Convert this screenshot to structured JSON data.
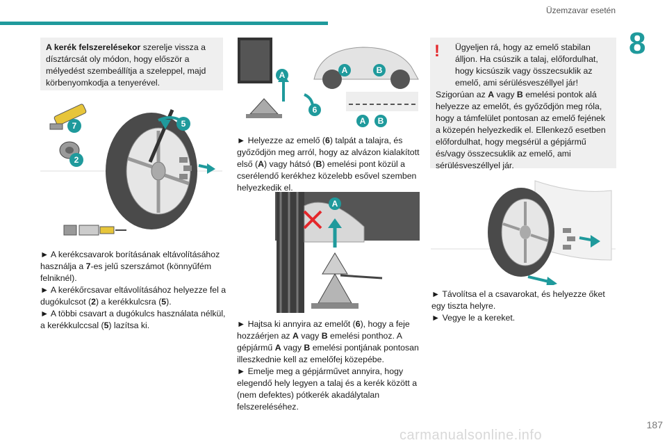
{
  "header": {
    "title": "Üzemzavar esetén",
    "chapter": "8",
    "page": "187"
  },
  "watermark": "carmanualsonline.info",
  "col1": {
    "note_bold": "A kerék felszerelésekor",
    "note_rest": " szerelje vissza a dísztárcsát oly módon, hogy először a mélyedést szembeállítja a szeleppel, majd körbenyomkodja a tenyerével.",
    "fig_labels": [
      "7",
      "2",
      "5"
    ],
    "steps": [
      [
        "► A kerékcsavarok borításának eltávolításához használja a ",
        "7",
        "-es jelű szerszámot (könnyűfém felniknél)."
      ],
      [
        "► A kerékőrcsavar eltávolításához helyezze fel a dugókulcsot (",
        "2",
        ") a kerékkulcsra (",
        "5",
        ")."
      ],
      [
        "► A többi csavart a dugókulcs használata nélkül, a kerékkulccsal (",
        "5",
        ") lazítsa ki."
      ]
    ]
  },
  "col2": {
    "fig_labels": [
      "A",
      "6",
      "A",
      "B",
      "A",
      "B"
    ],
    "fig2_label": "A",
    "step1": [
      "► Helyezze az emelő (",
      "6",
      ") talpát a talajra, és győződjön meg arról, hogy az alvázon kialakított első (",
      "A",
      ") vagy hátsó (",
      "B",
      ") emelési pont közül a cserélendő kerékhez közelebb esővel szemben helyezkedik el."
    ],
    "step2": [
      "► Hajtsa ki annyira az emelőt (",
      "6",
      "), hogy a feje hozzáérjen az ",
      "A",
      " vagy ",
      "B",
      " emelési ponthoz. A gépjármű ",
      "A",
      " vagy ",
      "B",
      " emelési pontjának pontosan illeszkednie kell az emelőfej közepébe."
    ],
    "step3": "► Emelje meg a gépjárművet annyira, hogy elegendő hely legyen a talaj és a kerék között a (nem defektes) pótkerék akadálytalan felszereléséhez."
  },
  "col3": {
    "warning_line1": "Ügyeljen rá, hogy az emelő stabilan álljon. Ha csúszik a talaj, előfordulhat, hogy kicsúszik vagy összecsuklik az emelő, ami sérülésveszéllyel jár!",
    "warning_line2": [
      "Szigorúan az ",
      "A",
      " vagy ",
      "B",
      " emelési pontok alá helyezze az emelőt, és győződjön meg róla, hogy a támfelület pontosan az emelő fejének a közepén helyezkedik el. Ellenkező esetben előfordulhat, hogy megsérül a gépjármű és/vagy összecsuklik az emelő, ami sérülésveszéllyel jár."
    ],
    "steps": [
      "► Távolítsa el a csavarokat, és helyezze őket egy tiszta helyre.",
      "► Vegye le a kereket."
    ]
  },
  "colors": {
    "accent": "#1f9a9c",
    "warning": "#e4272b",
    "note_bg": "#efefef"
  }
}
